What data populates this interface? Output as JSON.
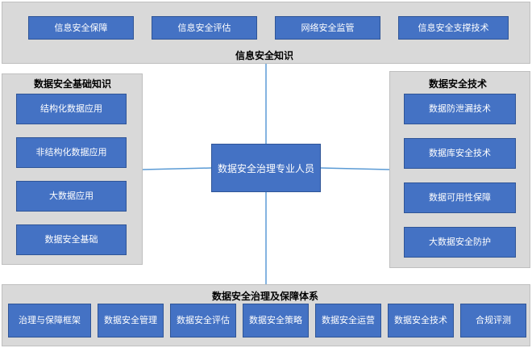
{
  "colors": {
    "box_fill": "#4472c4",
    "box_border": "#2f5597",
    "panel_fill": "#d9d9d9",
    "connector": "#5b9bd5"
  },
  "center": {
    "label": "数据安全治理专业人员"
  },
  "top_panel": {
    "title": "信息安全知识",
    "items": [
      "信息安全保障",
      "信息安全评估",
      "网络安全监管",
      "信息安全支撑技术"
    ]
  },
  "left_panel": {
    "title": "数据安全基础知识",
    "items": [
      "结构化数据应用",
      "非结构化数据应用",
      "大数据应用",
      "数据安全基础"
    ]
  },
  "right_panel": {
    "title": "数据安全技术",
    "items": [
      "数据防泄漏技术",
      "数据库安全技术",
      "数据可用性保障",
      "大数据安全防护"
    ]
  },
  "bottom_panel": {
    "title": "数据安全治理及保障体系",
    "items": [
      "治理与保障框架",
      "数据安全管理",
      "数据安全评估",
      "数据安全策略",
      "数据安全运营",
      "数据安全技术",
      "合规评测"
    ]
  }
}
